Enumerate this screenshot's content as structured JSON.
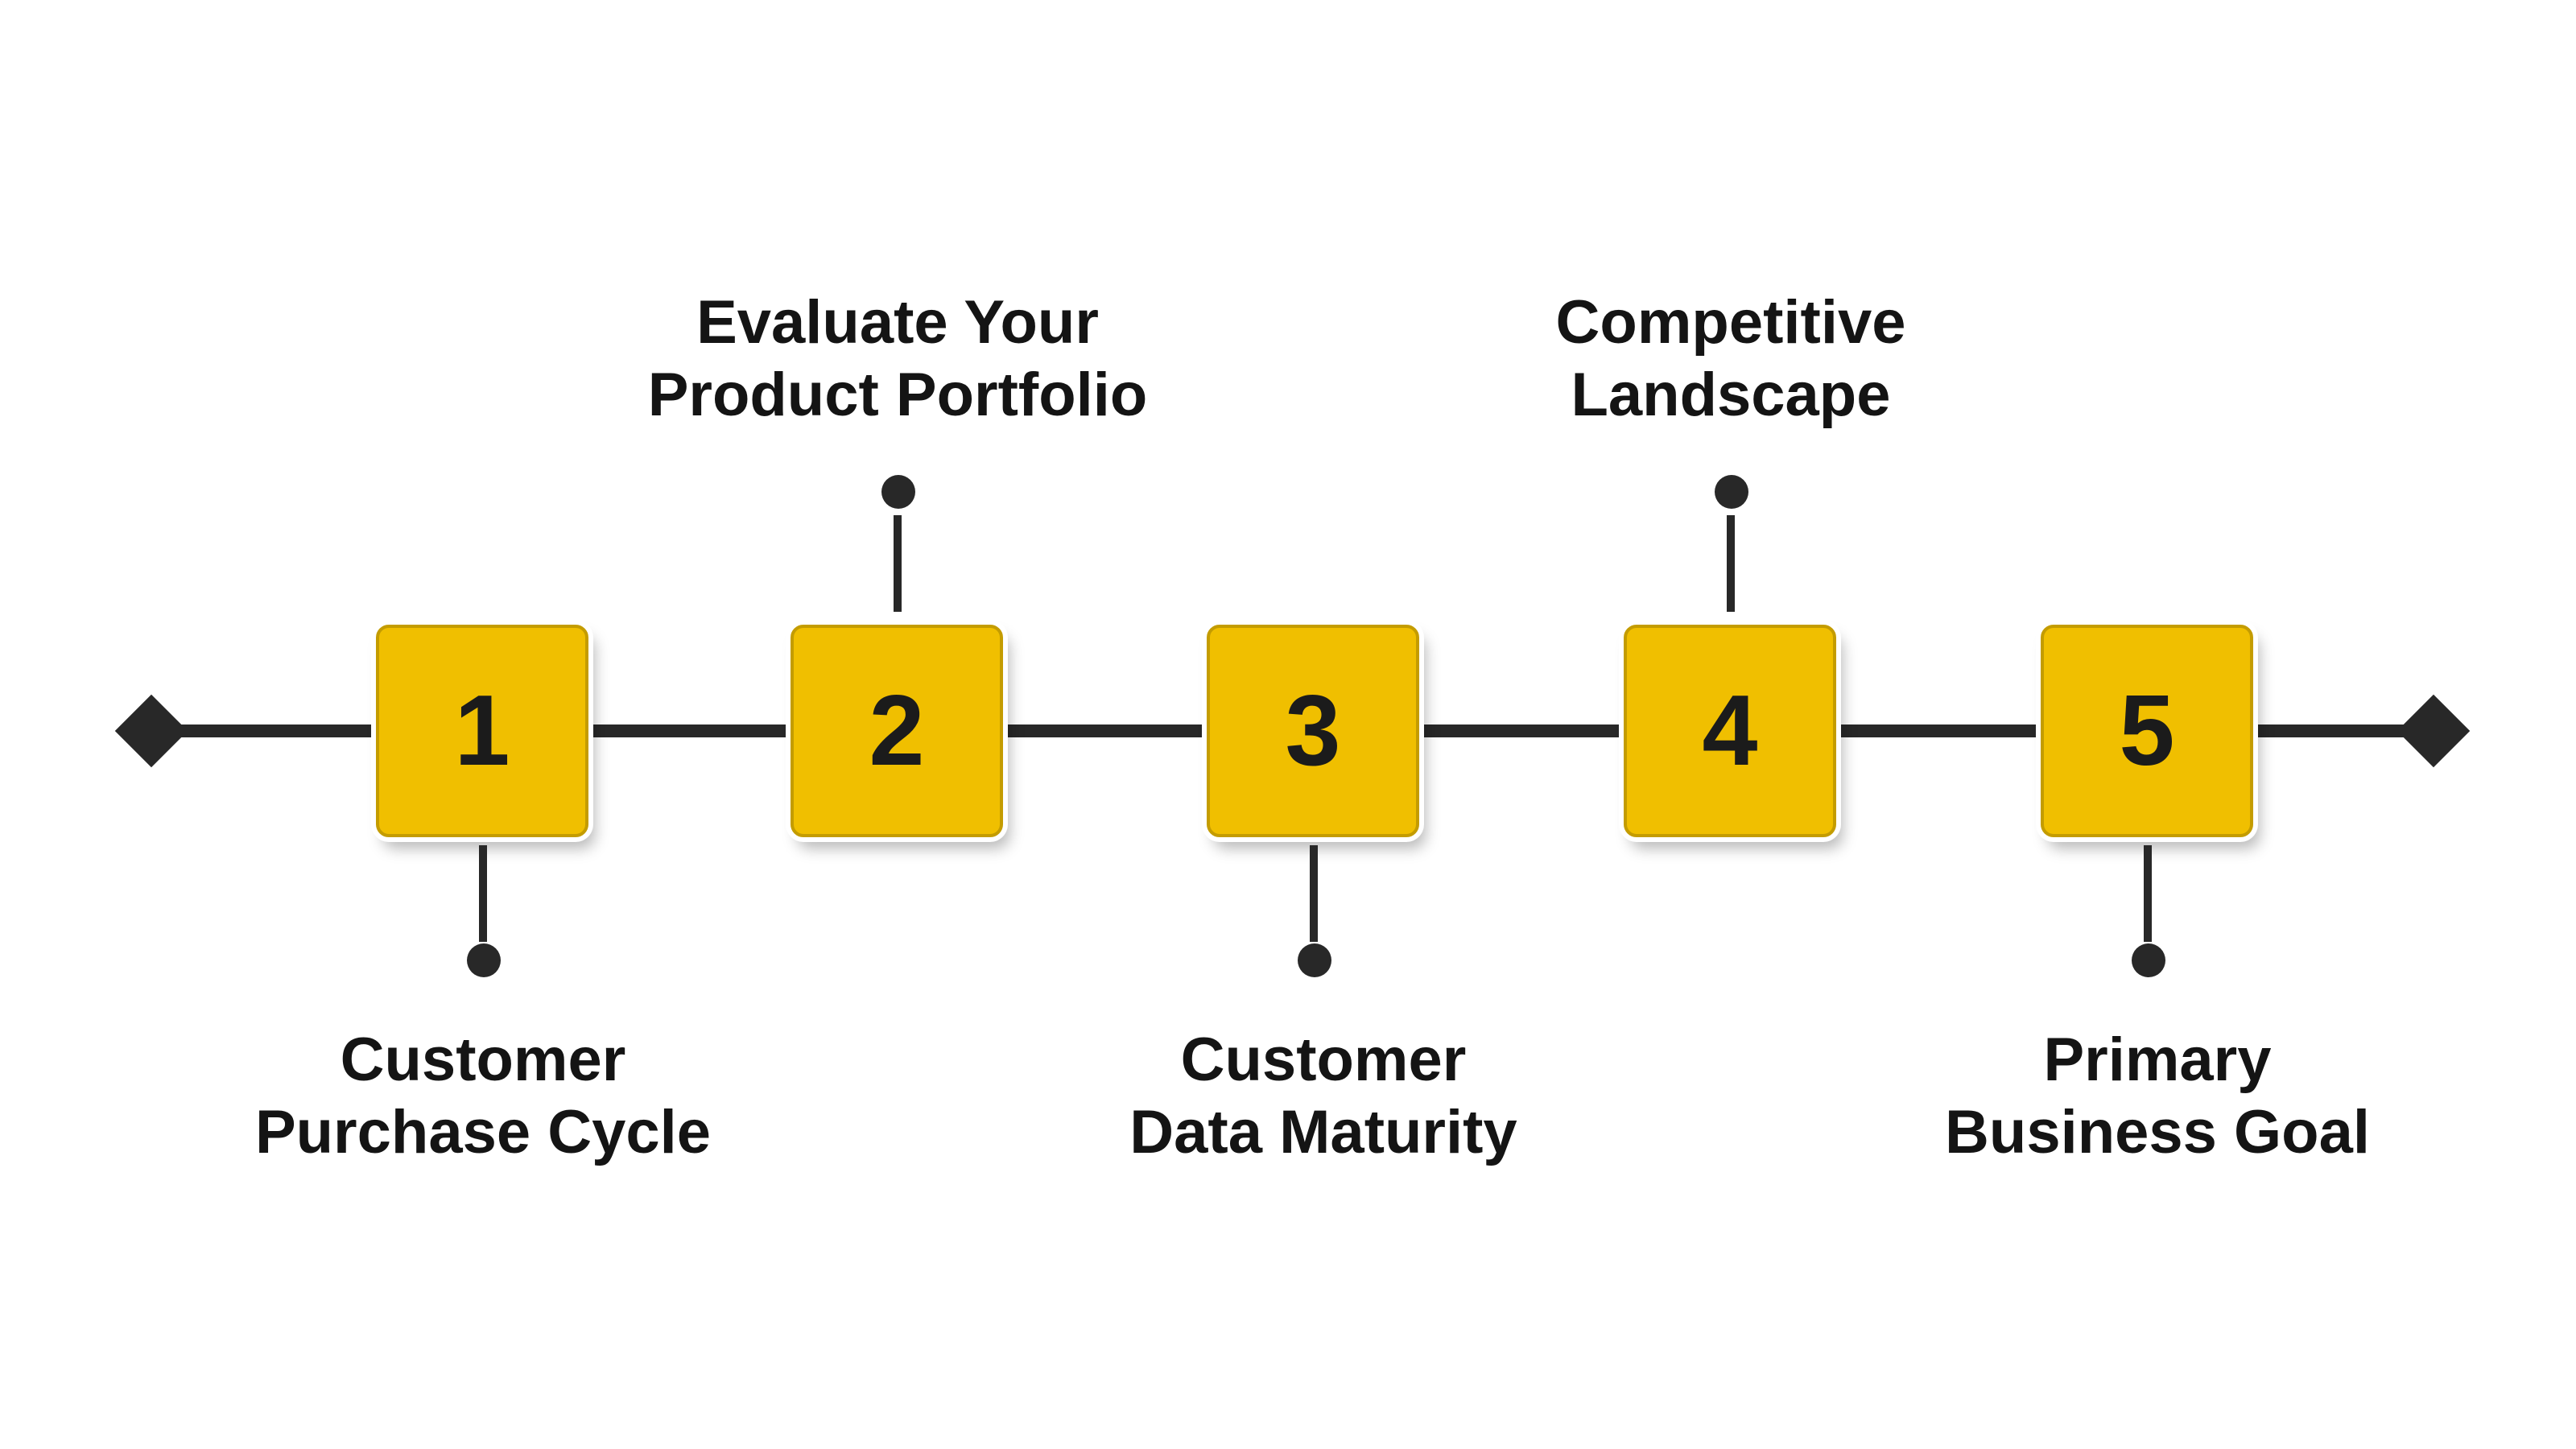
{
  "steps": [
    {
      "number": "1",
      "label_line1": "Customer",
      "label_line2": "Purchase Cycle"
    },
    {
      "number": "2",
      "label_line1": "Evaluate Your",
      "label_line2": "Product Portfolio"
    },
    {
      "number": "3",
      "label_line1": "Customer",
      "label_line2": "Data Maturity"
    },
    {
      "number": "4",
      "label_line1": "Competitive",
      "label_line2": "Landscape"
    },
    {
      "number": "5",
      "label_line1": "Primary",
      "label_line2": "Business Goal"
    }
  ],
  "colors": {
    "box_fill": "#f0bf00",
    "box_border": "#c49c00",
    "line": "#282828",
    "text": "#141414"
  },
  "icons": {
    "line_ends": "diamond-icon",
    "connector_ends": "dot-icon"
  }
}
